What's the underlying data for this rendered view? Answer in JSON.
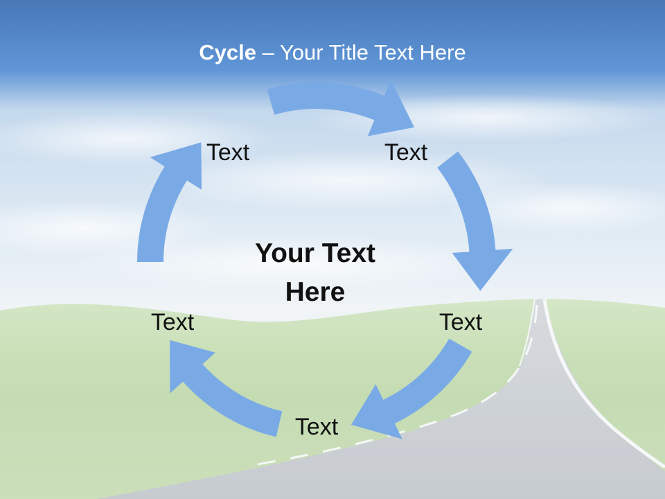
{
  "slide": {
    "title_bold": "Cycle",
    "title_rest": " – Your Title Text Here",
    "center_text": [
      "Your Text",
      "Here"
    ]
  },
  "cycle": {
    "nodes": [
      {
        "label": "Text"
      },
      {
        "label": "Text"
      },
      {
        "label": "Text"
      },
      {
        "label": "Text"
      },
      {
        "label": "Text"
      }
    ],
    "arrow_color": "#7aaae6"
  },
  "colors": {
    "sky_top": "#3a72b8",
    "sky_mid": "#5b95d8",
    "grass": "#b9d7a2",
    "road": "#c3c8ce"
  }
}
